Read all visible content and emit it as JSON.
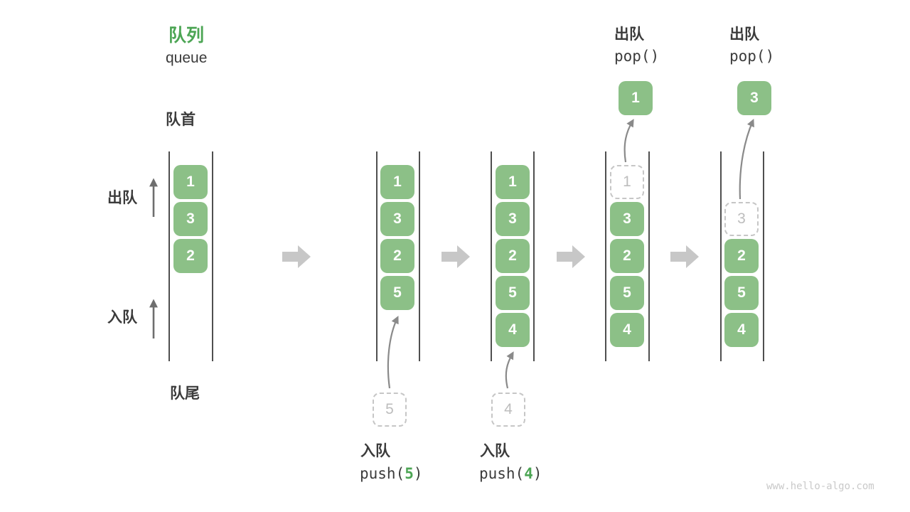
{
  "title": {
    "zh": "队列",
    "en": "queue"
  },
  "labels": {
    "front": "队首",
    "rear": "队尾",
    "dequeue_side": "出队",
    "enqueue_side": "入队"
  },
  "states": [
    {
      "cells": [
        {
          "v": "1"
        },
        {
          "v": "3"
        },
        {
          "v": "2"
        }
      ]
    },
    {
      "cells": [
        {
          "v": "1"
        },
        {
          "v": "3"
        },
        {
          "v": "2"
        },
        {
          "v": "5"
        }
      ]
    },
    {
      "cells": [
        {
          "v": "1"
        },
        {
          "v": "3"
        },
        {
          "v": "2"
        },
        {
          "v": "5"
        },
        {
          "v": "4"
        }
      ]
    },
    {
      "cells": [
        {
          "v": "1",
          "ghost": true
        },
        {
          "v": "3"
        },
        {
          "v": "2"
        },
        {
          "v": "5"
        },
        {
          "v": "4"
        }
      ]
    },
    {
      "cells": [
        {
          "v": "3",
          "ghost": true
        },
        {
          "v": "2"
        },
        {
          "v": "5"
        },
        {
          "v": "4"
        }
      ]
    }
  ],
  "operations": {
    "push5": {
      "label": "入队",
      "code_pre": "push(",
      "arg": "5",
      "code_post": ")",
      "staged": "5"
    },
    "push4": {
      "label": "入队",
      "code_pre": "push(",
      "arg": "4",
      "code_post": ")",
      "staged": "4"
    },
    "pop1": {
      "label": "出队",
      "code": "pop()",
      "popped": "1"
    },
    "pop3": {
      "label": "出队",
      "code": "pop()",
      "popped": "3"
    }
  },
  "watermark": "www.hello-algo.com",
  "colors": {
    "box_green": "#8CC087",
    "accent_green": "#4CA554",
    "text_dark": "#3B3B3B",
    "muted_gray": "#BDBDBD",
    "arrow_gray": "#C7C7C7",
    "thin_arrow_gray": "#8A8A8A",
    "wall_gray": "#4F4F4F",
    "watermark_gray": "#C9C9C9"
  }
}
